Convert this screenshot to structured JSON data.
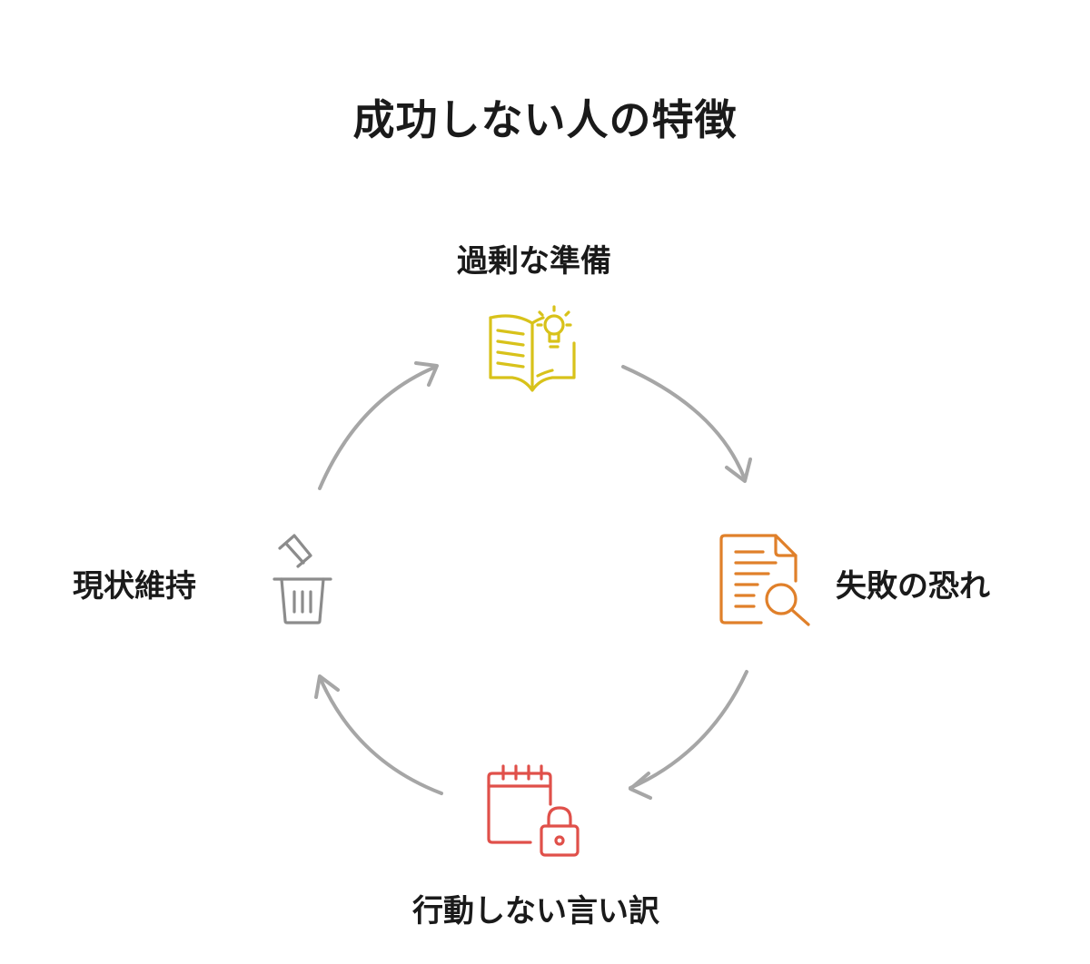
{
  "title": "成功しない人の特徴",
  "nodes": [
    {
      "label": "過剰な準備",
      "icon": "open-book-lightbulb-icon",
      "color": "#d8c21a"
    },
    {
      "label": "失敗の恐れ",
      "icon": "document-search-icon",
      "color": "#e0802a"
    },
    {
      "label": "行動しない言い訳",
      "icon": "calendar-lock-icon",
      "color": "#e0504a"
    },
    {
      "label": "現状維持",
      "icon": "trash-bin-icon",
      "color": "#8c8c8c"
    }
  ],
  "arrow_color": "#a6a6a6"
}
